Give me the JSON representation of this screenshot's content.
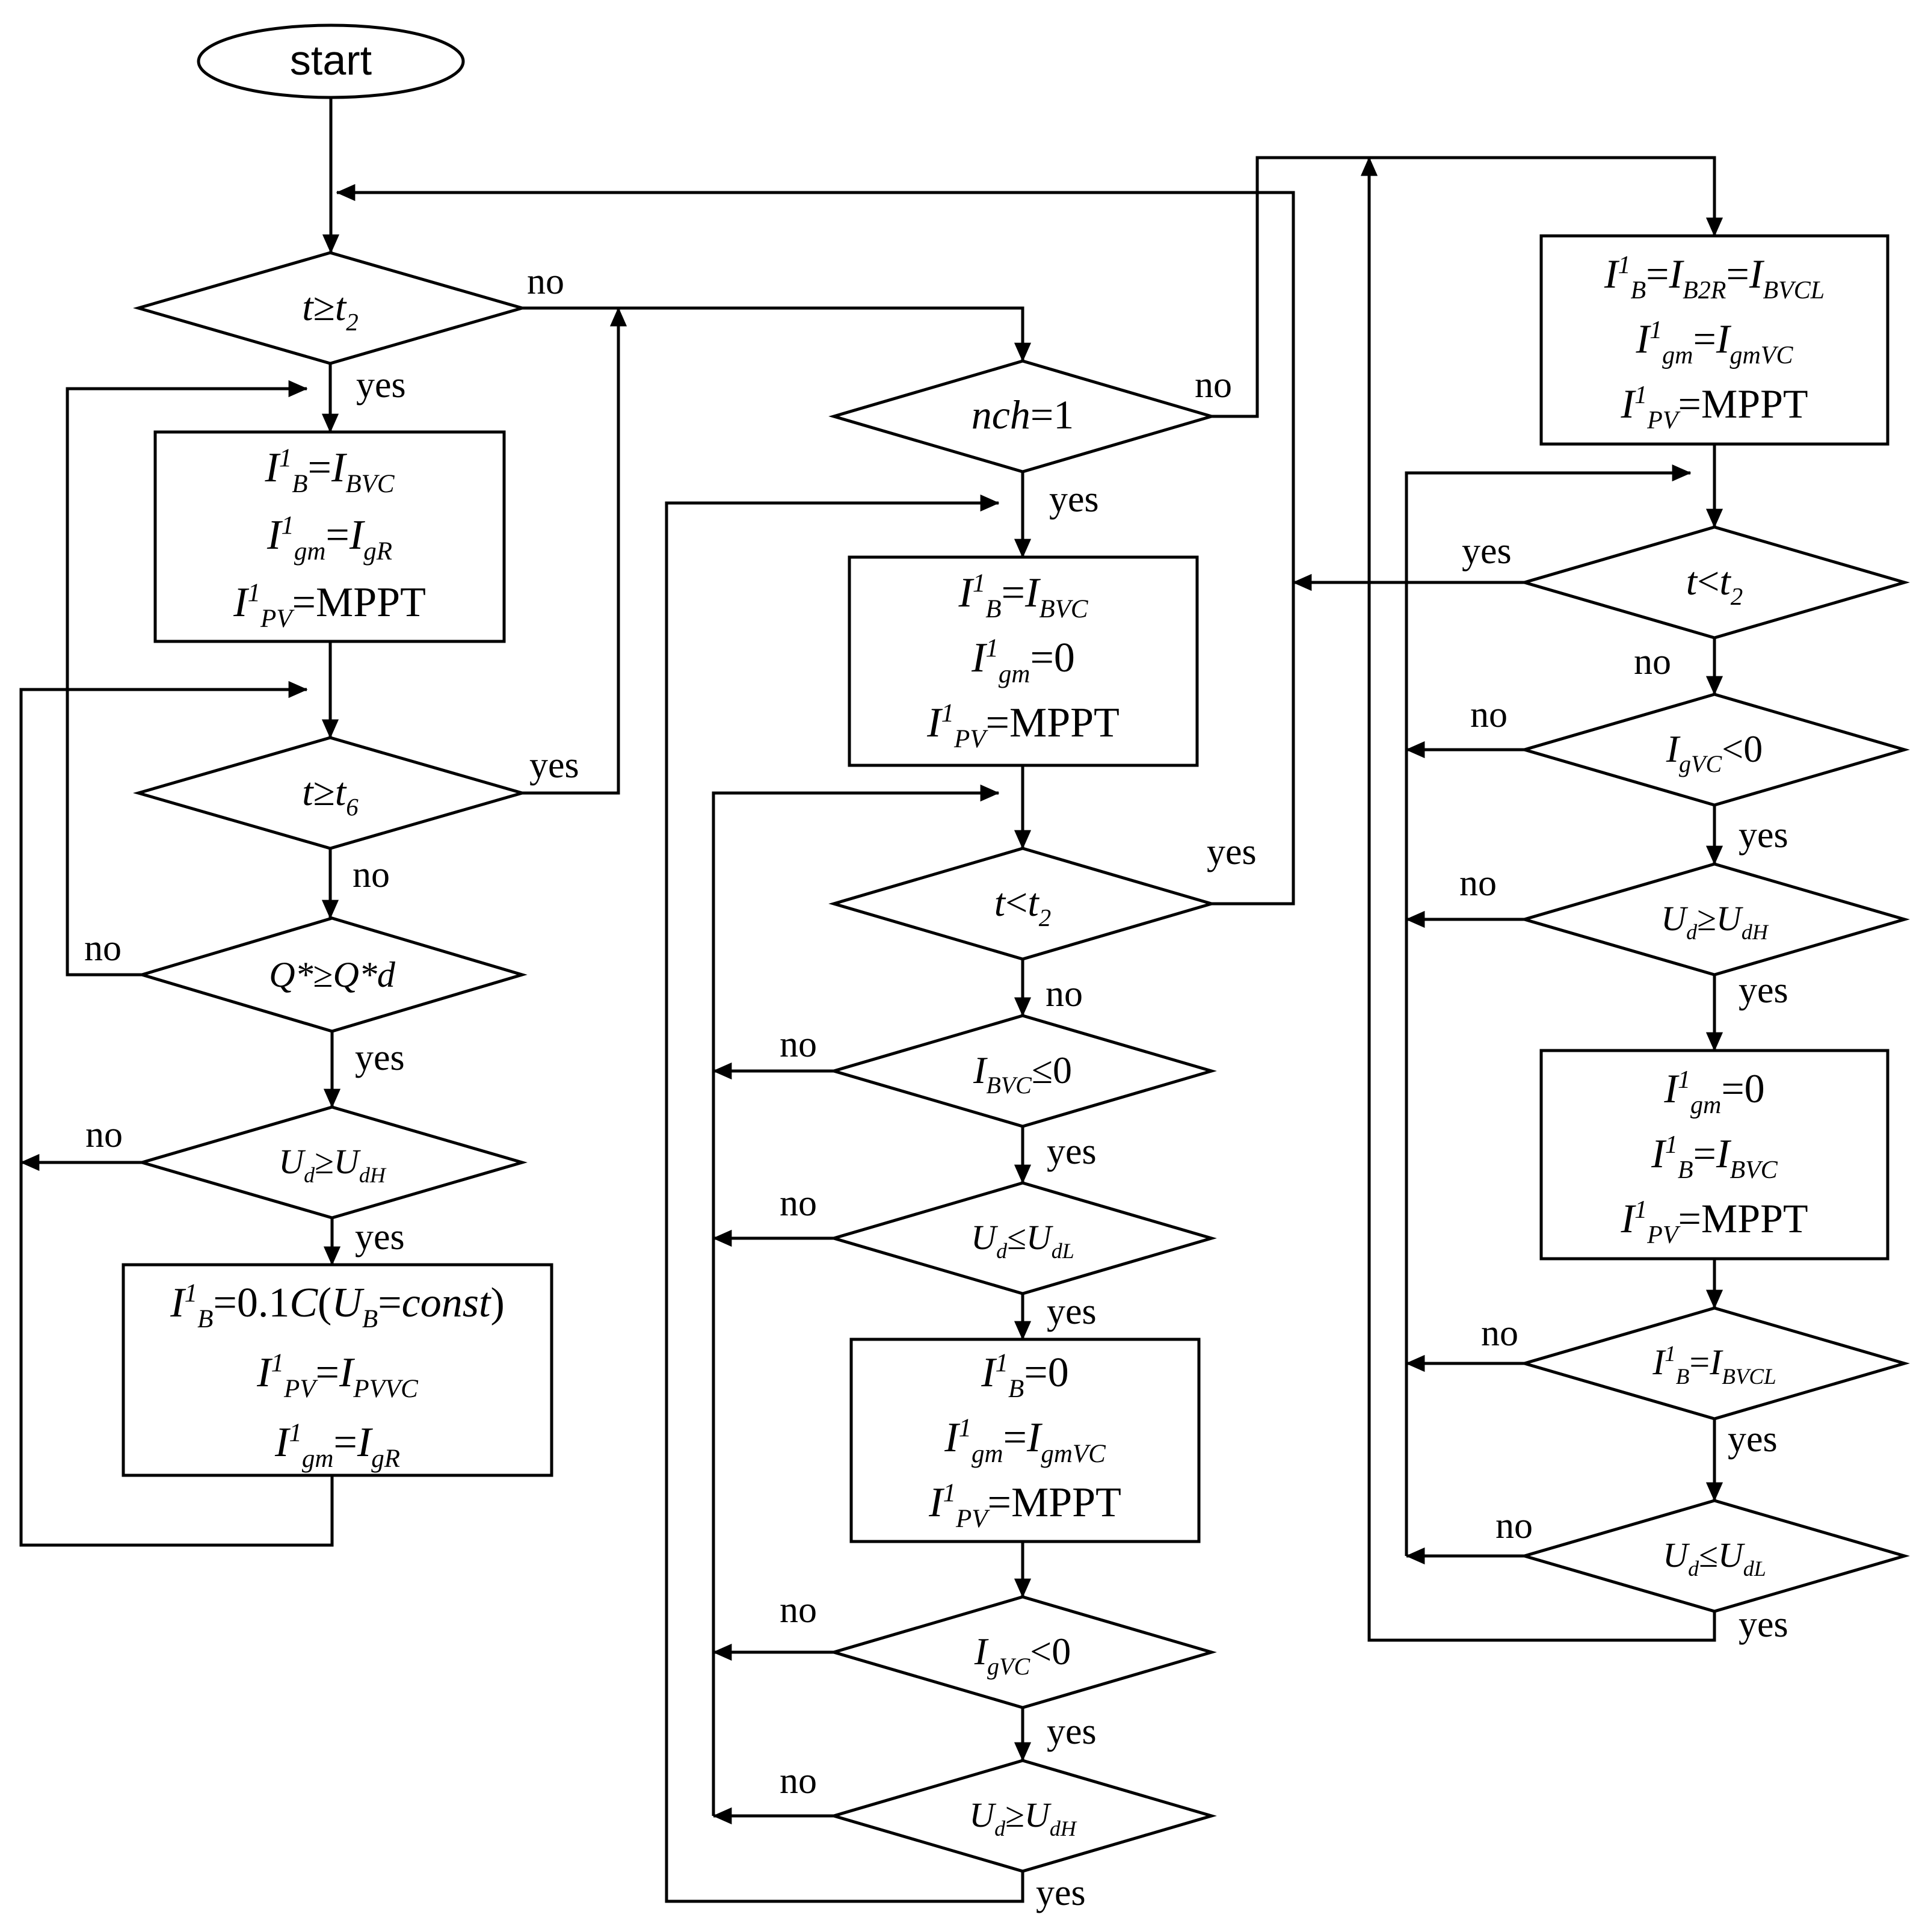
{
  "nodes": {
    "start": {
      "label": "start"
    },
    "l1": {
      "label": "t≥t2"
    },
    "b1": {
      "lines": [
        "I1B=IBVC",
        "I1gm=IgR",
        "I1PV=MPPT"
      ]
    },
    "l2": {
      "label": "t≥t6"
    },
    "l3": {
      "label": "Q*≥Q*d"
    },
    "l4": {
      "label": "Ud≥UdH"
    },
    "b2": {
      "lines": [
        "I1B=0.1C(UB=const)",
        "I1PV=IPVVC",
        "I1gm=IgR"
      ]
    },
    "m1": {
      "label": "nch=1"
    },
    "b3": {
      "lines": [
        "I1B=IBVC",
        "I1gm=0",
        "I1PV=MPPT"
      ]
    },
    "m2": {
      "label": "t<t2"
    },
    "m3": {
      "label": "IBVC≤0"
    },
    "m4": {
      "label": "Ud≤UdL"
    },
    "b4": {
      "lines": [
        "I1B=0",
        "I1gm=IgmVC",
        "I1PV=MPPT"
      ]
    },
    "m5": {
      "label": "IgVC<0"
    },
    "m6": {
      "label": "Ud≥UdH"
    },
    "b5": {
      "lines": [
        "I1B=IB2R=IBVCL",
        "I1gm=IgmVC",
        "I1PV=MPPT"
      ]
    },
    "r1": {
      "label": "t<t2"
    },
    "r2": {
      "label": "IgVC<0"
    },
    "r3": {
      "label": "Ud≥UdH"
    },
    "b6": {
      "lines": [
        "I1gm=0",
        "I1B=IBVC",
        "I1PV=MPPT"
      ]
    },
    "r4": {
      "label": "I1B=IBVCL"
    },
    "r5": {
      "label": "Ud≤UdL"
    }
  },
  "edge_labels": {
    "yes": "yes",
    "no": "no"
  }
}
